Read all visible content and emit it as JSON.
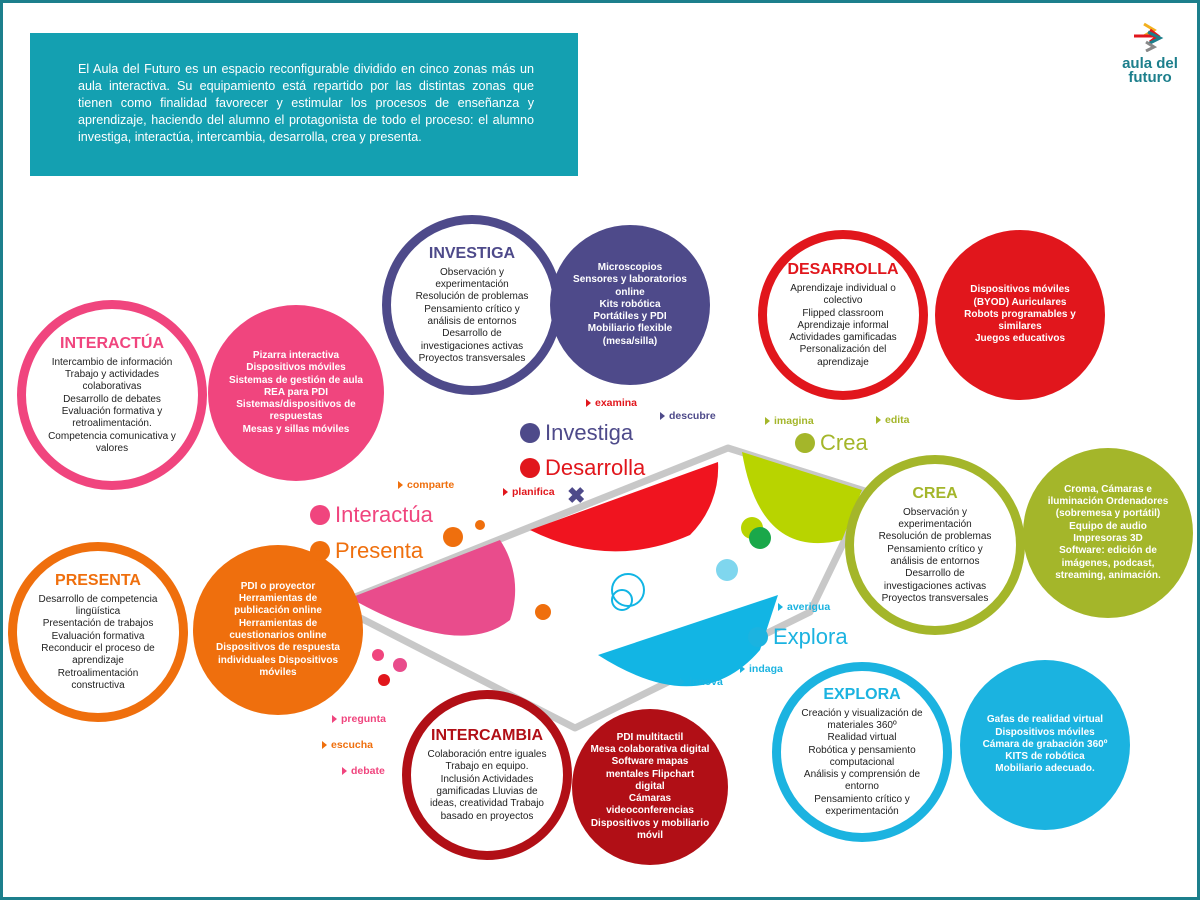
{
  "intro": "El Aula del Futuro es un espacio reconfigurable dividido en cinco zonas más un aula interactiva. Su equipamiento está repartido por las distintas zonas que tienen como finalidad favorecer y estimular los procesos de enseñanza y aprendizaje, haciendo del alumno el protagonista de todo el proceso: el alumno investiga, interactúa, intercambia, desarrolla, crea y presenta.",
  "logo": {
    "line1": "aula del",
    "line2": "futuro"
  },
  "zones": [
    {
      "id": "interactua",
      "title": "INTERACTÚA",
      "color": "#f0457e",
      "skills": [
        "Intercambio de información",
        "Trabajo y actividades colaborativas",
        "Desarrollo de debates",
        "Evaluación formativa y retroalimentación.",
        "Competencia comunicativa y valores"
      ],
      "equipment": [
        "Pizarra interactiva",
        "Dispositivos móviles",
        "Sistemas de gestión de aula",
        "REA para PDI",
        "Sistemas/dispositivos de respuestas",
        "Mesas y sillas móviles"
      ]
    },
    {
      "id": "investiga",
      "title": "INVESTIGA",
      "color": "#4e4a8a",
      "skills": [
        "Observación y experimentación",
        "Resolución de problemas",
        "Pensamiento crítico y análisis de entornos",
        "Desarrollo de investigaciones activas",
        "Proyectos transversales"
      ],
      "equipment": [
        "Microscopios",
        "Sensores y laboratorios online",
        "Kits robótica",
        "Portátiles y PDI",
        "Mobiliario flexible (mesa/silla)"
      ]
    },
    {
      "id": "desarrolla",
      "title": "DESARROLLA",
      "color": "#e1161c",
      "skills": [
        "Aprendizaje individual o colectivo",
        "Flipped classroom",
        "Aprendizaje informal",
        "Actividades gamificadas",
        "Personalización del aprendizaje"
      ],
      "equipment": [
        "Dispositivos móviles (BYOD) Auriculares",
        "Robots programables y similares",
        "Juegos educativos"
      ]
    },
    {
      "id": "crea",
      "title": "CREA",
      "color": "#a4b62a",
      "skills": [
        "Observación y experimentación",
        "Resolución de problemas",
        "Pensamiento crítico y análisis de entornos",
        "Desarrollo de investigaciones activas",
        "Proyectos transversales"
      ],
      "equipment": [
        "Croma, Cámaras e iluminación Ordenadores (sobremesa y portátil) Equipo de audio",
        "Impresoras 3D",
        "Software: edición  de imágenes, podcast, streaming, animación."
      ]
    },
    {
      "id": "presenta",
      "title": "PRESENTA",
      "color": "#ef6f0d",
      "skills": [
        "Desarrollo de competencia lingüística",
        "Presentación de trabajos",
        "Evaluación formativa",
        "Reconducir el proceso de aprendizaje",
        "Retroalimentación constructiva"
      ],
      "equipment": [
        "PDI o proyector",
        "Herramientas de publicación online Herramientas de cuestionarios online",
        "Dispositivos de respuesta individuales Dispositivos móviles"
      ]
    },
    {
      "id": "intercambia",
      "title": "INTERCAMBIA",
      "color": "#b10f16",
      "skills": [
        "Colaboración entre iguales",
        "Trabajo  en equipo.",
        "Inclusión Actividades gamificadas Lluvias de ideas, creatividad Trabajo basado en proyectos"
      ],
      "equipment": [
        "PDI multitactil",
        "Mesa colaborativa digital",
        "Software mapas mentales Flipchart digital",
        "Cámaras videoconferencias",
        "Dispositivos y mobiliario móvil"
      ]
    },
    {
      "id": "explora",
      "title": "EXPLORA",
      "color": "#1bb3e0",
      "skills": [
        "Creación y visualización de materiales 360º",
        "Realidad virtual",
        "Robótica y pensamiento computacional",
        "Análisis y comprensión de entorno",
        "Pensamiento crítico y experimentación"
      ],
      "equipment": [
        "Gafas de realidad  virtual",
        "Dispositivos móviles Cámara de grabación  360º KITS de robótica",
        "Mobiliario adecuado."
      ]
    }
  ],
  "plan_labels": [
    {
      "id": "investiga",
      "text": "Investiga",
      "color": "#4e4a8a"
    },
    {
      "id": "desarrolla",
      "text": "Desarrolla",
      "color": "#e1161c"
    },
    {
      "id": "interactua",
      "text": "Interactúa",
      "color": "#f0457e"
    },
    {
      "id": "presenta",
      "text": "Presenta",
      "color": "#ef6f0d"
    },
    {
      "id": "crea",
      "text": "Crea",
      "color": "#a4b62a"
    },
    {
      "id": "explora",
      "text": "Explora",
      "color": "#1bb3e0"
    }
  ],
  "verbs": [
    {
      "id": "examina",
      "text": "examina",
      "color": "#e1161c"
    },
    {
      "id": "descubre",
      "text": "descubre",
      "color": "#4e4a8a"
    },
    {
      "id": "imagina",
      "text": "imagina",
      "color": "#a4b62a"
    },
    {
      "id": "edita",
      "text": "edita",
      "color": "#a4b62a"
    },
    {
      "id": "comparte",
      "text": "comparte",
      "color": "#ef6f0d"
    },
    {
      "id": "planifica",
      "text": "planifica",
      "color": "#e1161c"
    },
    {
      "id": "averigua",
      "text": "averigua",
      "color": "#1bb3e0"
    },
    {
      "id": "indaga",
      "text": "indaga",
      "color": "#1bb3e0"
    },
    {
      "id": "innova",
      "text": "innova",
      "color": "#1bb3e0"
    },
    {
      "id": "pregunta",
      "text": "pregunta",
      "color": "#f0457e"
    },
    {
      "id": "escucha",
      "text": "escucha",
      "color": "#ef6f0d"
    },
    {
      "id": "debate",
      "text": "debate",
      "color": "#f0457e"
    }
  ]
}
